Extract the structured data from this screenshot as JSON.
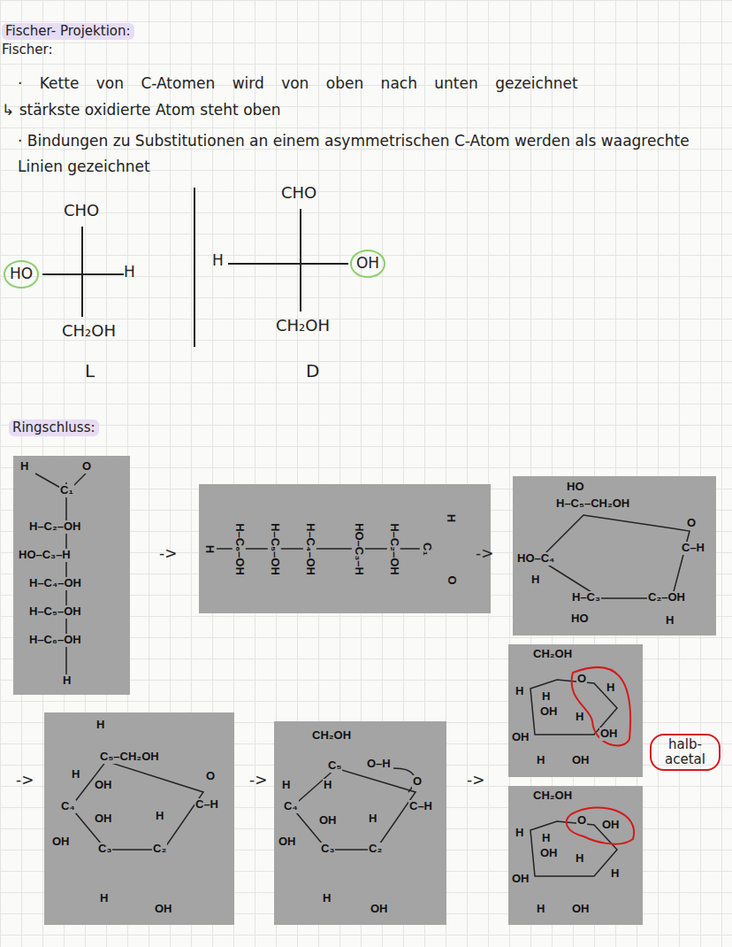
{
  "diagram": {
    "title": "Fischer- Projektion:",
    "nodes": [
      {
        "text": [
          "HO"
        ]
      },
      {
        "text": [
          "OH"
        ]
      },
      {
        "text": [
          "halb- acetal"
        ]
      }
    ],
    "labels": [
      "Fischer:",
      "· Kette von C-Atomen wird von oben nach unten gezeichnet",
      "↳ stärkste oxidierte Atom steht oben",
      "· Bindungen zu Substitutionen an einem asymmetrischen C-Atom werden als waagrechte Linien gezeichnet",
      "CHO",
      "H",
      "CH₂OH",
      "L",
      "CHO",
      "H",
      "CH₂OH",
      "D",
      "Ringschluss:",
      "H",
      "O",
      "C₁",
      "H–C₂–OH",
      "HO–C₃–H",
      "H–C₄–OH",
      "H–C₅–OH",
      "H–C₆–OH",
      "H",
      "->",
      "H",
      "H–C₆–OH",
      "H–C₅–OH",
      "H–C₄–OH",
      "HO–C₃–H",
      "H–C₂–OH",
      "C₁",
      "H",
      "O",
      "->",
      "HO",
      "H–C₅–CH₂OH",
      "O",
      "C–H",
      "HO–C₄",
      "H",
      "H–C₃",
      "C₂–OH",
      "HO",
      "H",
      "CH₂OH",
      "O",
      "H",
      "H",
      "H",
      "OH",
      "H",
      "OH",
      "OH",
      "H",
      "OH",
      "CH₂OH",
      "O",
      "OH",
      "H",
      "H",
      "OH",
      "H",
      "OH",
      "H",
      "H",
      "OH",
      "->",
      "H",
      "C₅–CH₂OH",
      "H",
      "OH",
      "O",
      "C–H",
      "C₄",
      "OH",
      "H",
      "OH",
      "C₃",
      "C₂",
      "H",
      "OH",
      "->",
      "CH₂OH",
      "C₅",
      "O–H",
      "H",
      "H",
      "O",
      "C–H",
      "C₄",
      "OH",
      "H",
      "OH",
      "C₃",
      "C₂",
      "H",
      "OH",
      "->"
    ]
  }
}
